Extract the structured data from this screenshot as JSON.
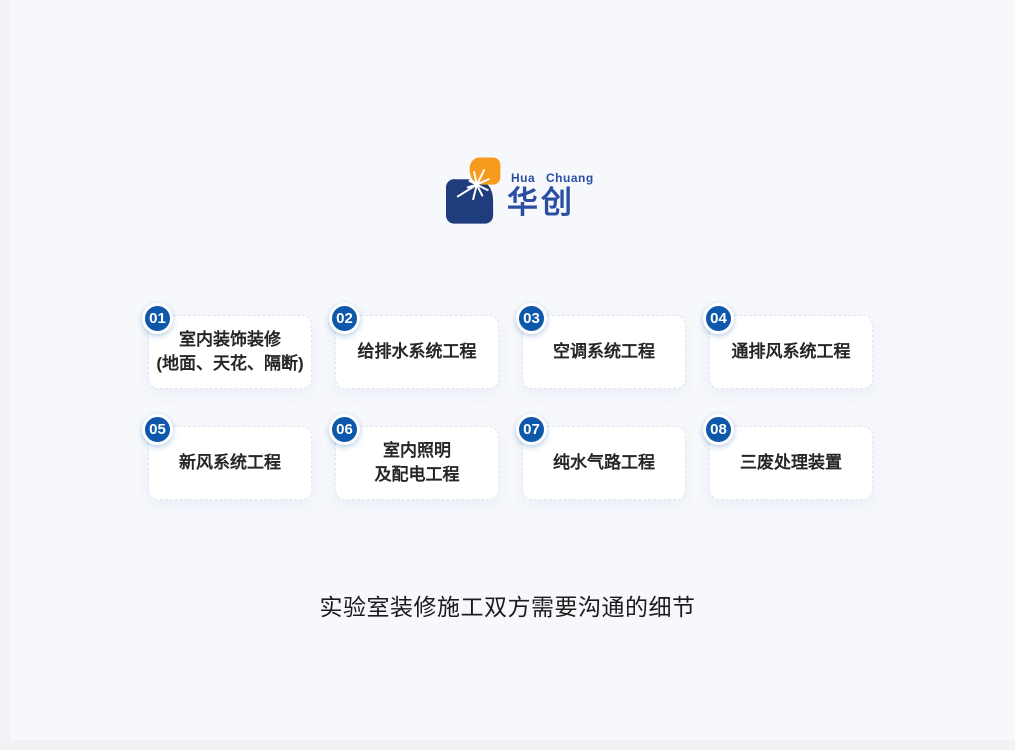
{
  "page": {
    "background_color": "#f6f8fc",
    "frame_color": "#f1f2f4",
    "caption": "实验室装修施工双方需要沟通的细节",
    "caption_color": "#1b1b1b"
  },
  "logo": {
    "latin_name": "Hua Chuang",
    "cjk_name": "华创",
    "text_color": "#2a4fa2",
    "mark_navy_color": "#1f3c7d",
    "mark_orange_color": "#f79b1e",
    "spark_color": "#ffffff"
  },
  "badge": {
    "background_color": "#0d58aa"
  },
  "cards": [
    {
      "number": "01",
      "line1": "室内装饰装修",
      "line2": "(地面、天花、隔断)"
    },
    {
      "number": "02",
      "line1": "给排水系统工程",
      "line2": ""
    },
    {
      "number": "03",
      "line1": "空调系统工程",
      "line2": ""
    },
    {
      "number": "04",
      "line1": "通排风系统工程",
      "line2": ""
    },
    {
      "number": "05",
      "line1": "新风系统工程",
      "line2": ""
    },
    {
      "number": "06",
      "line1": "室内照明",
      "line2": "及配电工程"
    },
    {
      "number": "07",
      "line1": "纯水气路工程",
      "line2": ""
    },
    {
      "number": "08",
      "line1": "三废处理装置",
      "line2": ""
    }
  ]
}
